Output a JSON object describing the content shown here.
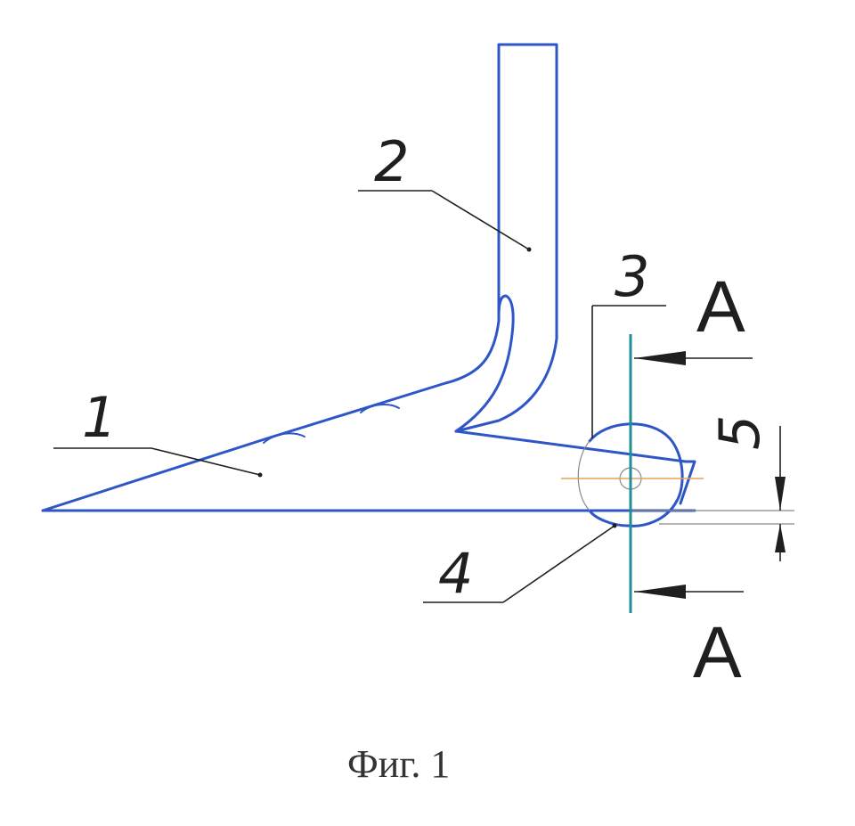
{
  "figure": {
    "caption": "Фиг. 1",
    "labels": {
      "part_1": "1",
      "part_2": "2",
      "part_3": "3",
      "part_4": "4",
      "dimension_5": "5",
      "section_top": "А",
      "section_bottom": "А"
    },
    "colors": {
      "outline": "#2f56c6",
      "section_line": "#1f8f9a",
      "center_lines": "#e2a15a",
      "leaders": "#1f1f1f"
    }
  }
}
